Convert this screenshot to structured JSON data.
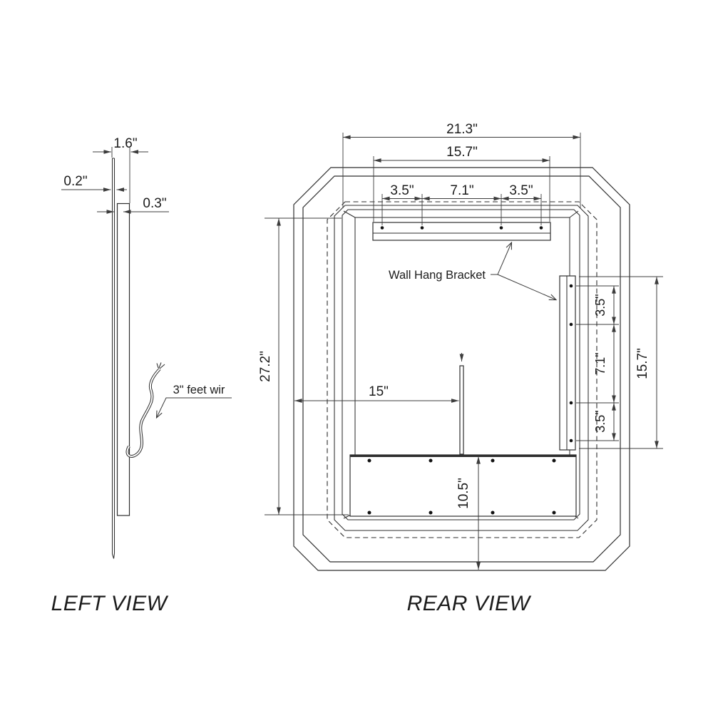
{
  "drawing": {
    "background_color": "#ffffff",
    "line_color": "#2e2e2e",
    "dimension_color": "#3c3c3c",
    "text_color": "#1c1c1c"
  },
  "left_view": {
    "caption": "LEFT VIEW",
    "dim_total_depth": "1.6\"",
    "dim_glass_thickness": "0.2\"",
    "dim_frame_offset": "0.3\"",
    "wire_label": "3\" feet wir"
  },
  "rear_view": {
    "caption": "REAR VIEW",
    "dim_total_width": "21.3\"",
    "dim_top_bracket_length": "15.7\"",
    "dim_top_hole_left": "3.5\"",
    "dim_top_hole_mid": "7.1\"",
    "dim_top_hole_right": "3.5\"",
    "dim_total_height": "27.2\"",
    "dim_wire_offset": "15\"",
    "dim_bottom_panel_height": "10.5\"",
    "dim_right_hole_top": "3.5\"",
    "dim_right_hole_mid": "7.1\"",
    "dim_right_hole_bottom": "3.5\"",
    "dim_right_bracket_length": "15.7\"",
    "bracket_label": "Wall Hang Bracket"
  }
}
